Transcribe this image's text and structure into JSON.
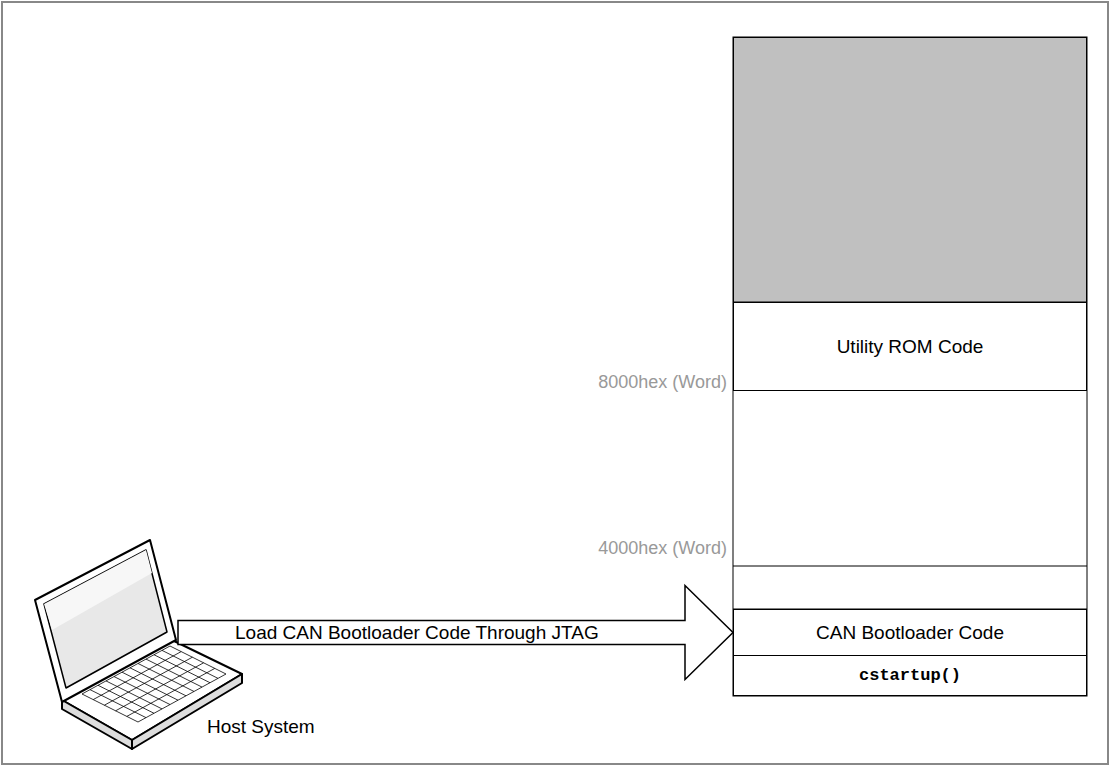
{
  "diagram": {
    "nodes": [
      {
        "text": [
          "Utility ROM Code"
        ]
      },
      {
        "text": [
          "CAN Bootloader Code"
        ]
      },
      {
        "text": [
          "cstartup()"
        ]
      },
      {
        "text": [
          "Host System"
        ]
      }
    ],
    "edges": [
      {
        "from": 3,
        "to": 1,
        "arrow": "to",
        "label": "Load CAN Bootloader Code Through JTAG"
      }
    ],
    "labels": [
      "8000hex (Word)",
      "4000hex (Word)"
    ]
  }
}
